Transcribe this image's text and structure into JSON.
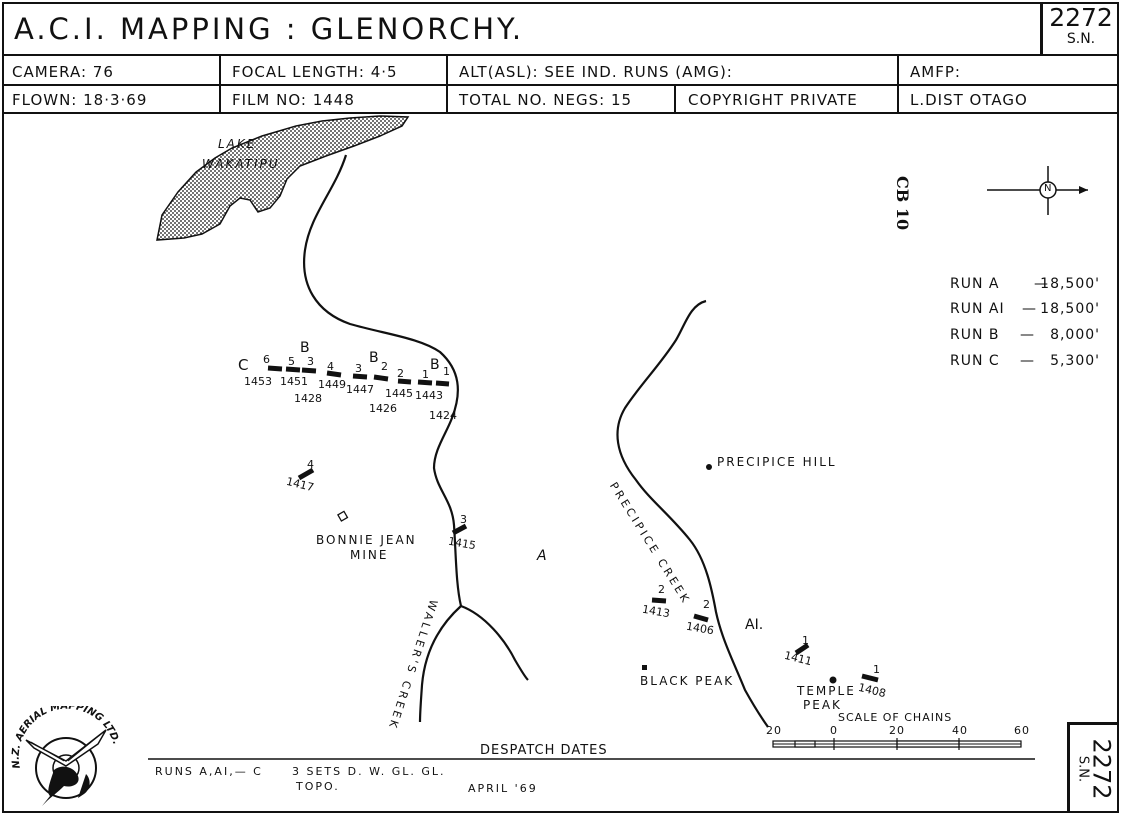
{
  "header": {
    "title": "A.C.I. MAPPING : GLENORCHY.",
    "sheet_number": "2272",
    "sheet_suffix": "S.N."
  },
  "info": {
    "camera": "CAMERA: 76",
    "focal_length": "FOCAL LENGTH: 4·5",
    "altitude": "ALT(ASL): SEE  IND.  RUNS (AMG):",
    "amfp": "AMFP:",
    "flown": "FLOWN: 18·3·69",
    "film_no": "FILM NO: 1448",
    "total_negs": "TOTAL NO. NEGS: 15",
    "copyright": "COPYRIGHT  PRIVATE",
    "land_district": "L.DIST  OTAGO"
  },
  "map": {
    "lake_line1": "LAKE",
    "lake_line2": "WAKATIPU",
    "cb_label": "CB 10",
    "north": "N",
    "runs": [
      {
        "name": "RUN A",
        "altitude": "18,500'"
      },
      {
        "name": "RUN AI",
        "altitude": "18,500'"
      },
      {
        "name": "RUN B",
        "altitude": "8,000'"
      },
      {
        "name": "RUN C",
        "altitude": "5,300'"
      }
    ],
    "places": {
      "precipice_hill": "PRECIPICE  HILL",
      "bonnie_jean_1": "BONNIE  JEAN",
      "bonnie_jean_2": "MINE",
      "black_peak": "BLACK  PEAK",
      "temple_1": "TEMPLE",
      "temple_2": "PEAK",
      "precipice_creek": "PRECIPICE  CREEK",
      "wallers_creek": "WALLER'S  CREEK"
    },
    "run_letters": {
      "run_c": "C",
      "run_b": "B",
      "run_b2": "B",
      "run_b2_sub": "2",
      "run_b1": "B",
      "run_b1_sub": "1",
      "run_a": "A",
      "run_a1": "AI."
    },
    "frames": {
      "n6": "6",
      "n5": "5",
      "n3a": "3",
      "n4": "4",
      "n3b": "3",
      "n2": "2",
      "n1": "1",
      "f1453": "1453",
      "f1451": "1451",
      "f1428": "1428",
      "f1449": "1449",
      "f1447": "1447",
      "f1445": "1445",
      "f1443": "1443",
      "f1426": "1426",
      "f1424": "1424",
      "n4_1417": "4",
      "f1417": "1417",
      "n3_1415": "3",
      "f1415": "1415",
      "n2_1413": "2",
      "f1413": "1413",
      "n2_1406": "2",
      "f1406": "1406",
      "n1_1411": "1",
      "f1411": "1411",
      "n1_1408": "1",
      "f1408": "1408"
    },
    "scale": {
      "title": "SCALE  OF  CHAINS",
      "ticks": [
        "20",
        "0",
        "20",
        "40",
        "60"
      ]
    }
  },
  "despatch": {
    "title": "DESPATCH  DATES",
    "runs": "RUNS  A,AI,— C",
    "sets": "3  SETS   D. W.   GL.  GL.",
    "topo": "TOPO.",
    "date": "APRIL  '69"
  },
  "footer": {
    "sheet_number": "2272",
    "sheet_suffix": "S.N.",
    "logo_text": "N.Z. AERIAL MAPPING LTD."
  }
}
